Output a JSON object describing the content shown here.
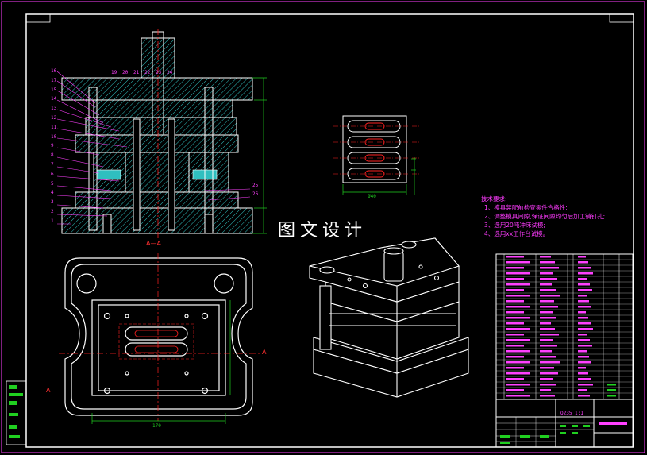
{
  "watermark": "图文设计",
  "section_label": "A—A",
  "section_marker": "A",
  "tech_requirements": {
    "title": "技术要求:",
    "items": [
      "1、模具装配前检查零件合格性;",
      "2、调整模具间隙,保证间隙均匀后加工销钉孔;",
      "3、选用20吨冲床试模;",
      "4、选用xx工作台试模。"
    ]
  },
  "part_numbers_left": [
    "16",
    "17",
    "15",
    "14",
    "13",
    "12",
    "11",
    "10",
    "9",
    "8",
    "7",
    "6",
    "5",
    "4",
    "3",
    "2",
    "1"
  ],
  "part_numbers_top": [
    "19",
    "20",
    "21",
    "22",
    "23",
    "24"
  ],
  "part_numbers_right": [
    "25",
    "26"
  ],
  "dimensions": {
    "plan_width": "170",
    "strip_width": "Ø40",
    "title_block_code": "Q235 1:1"
  },
  "colors": {
    "frame": "#ff40ff",
    "lines": "#ffffff",
    "hatch": "#2fbfbf",
    "center": "#ff2020",
    "dimension": "#20d020",
    "text": "#ff40ff"
  }
}
